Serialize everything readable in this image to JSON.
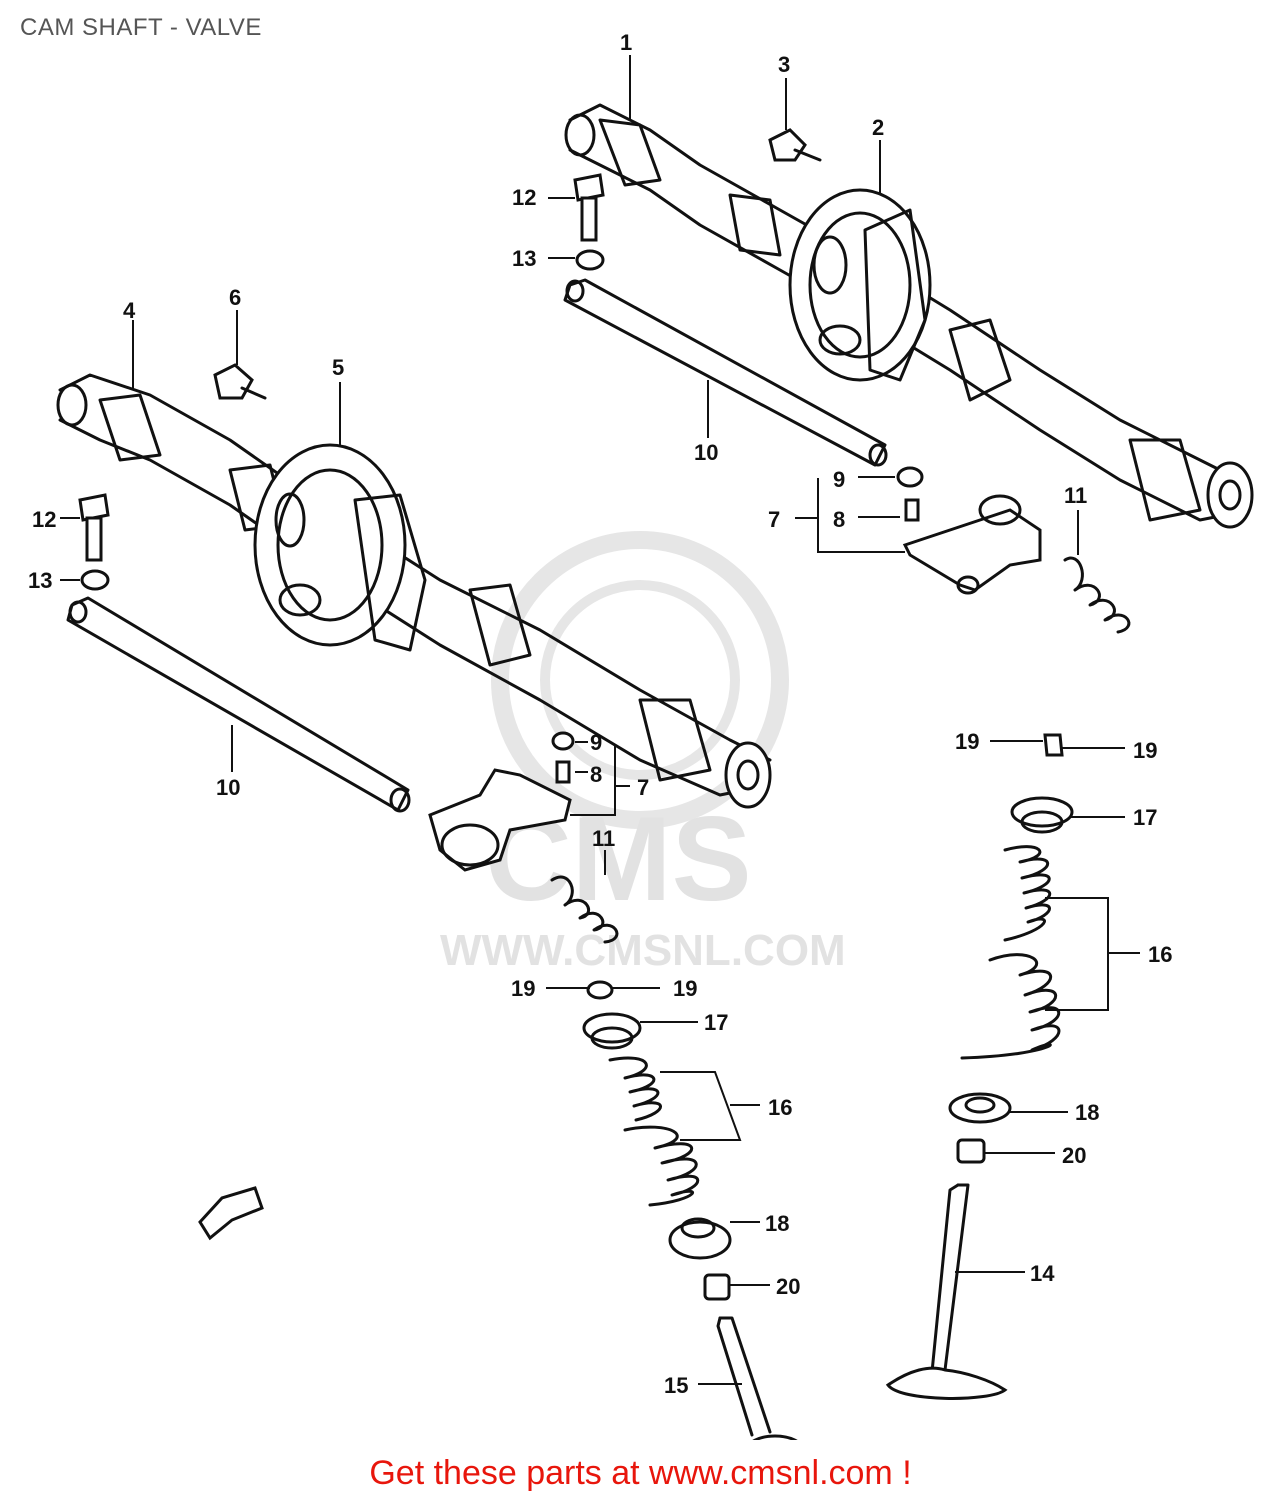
{
  "page": {
    "title": "CAM SHAFT - VALVE",
    "footer": "Get these parts at www.cmsnl.com !"
  },
  "watermark": {
    "brand": "CMS",
    "url": "WWW.CMSNL.COM"
  },
  "colors": {
    "ink": "#111111",
    "title": "#555555",
    "footer": "#e8160c",
    "watermark": "#e2e2e2"
  },
  "callouts": [
    "1",
    "2",
    "3",
    "4",
    "5",
    "6",
    "7",
    "8",
    "9",
    "10",
    "11",
    "12",
    "13",
    "14",
    "15",
    "16",
    "17",
    "18",
    "19",
    "20"
  ]
}
